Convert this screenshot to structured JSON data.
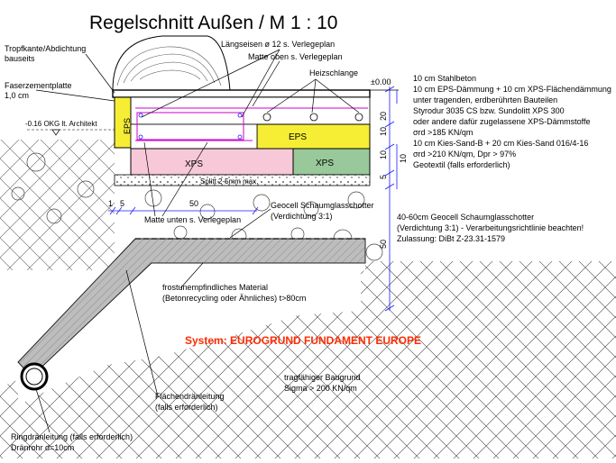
{
  "title": "Regelschnitt Außen / M 1 : 10",
  "system_label": "System: EUROGRUND FUNDAMENT EUROPE",
  "colors": {
    "accent_red": "#ff2a00",
    "xps_pink": "#f7c8d8",
    "eps_yellow": "#f6ee35",
    "xps_green": "#99c99a",
    "gravel_gray": "#b8b8b8",
    "dimension_blue": "#1a1aff",
    "rebar_magenta": "#cc00cc"
  },
  "layers": {
    "eps_main": "EPS",
    "eps_vertical": "EPS",
    "xps_pink": "XPS",
    "xps_green": "XPS",
    "splitt": "Splitt 2-5mm max."
  },
  "callouts": {
    "tropfkante": [
      "Tropfkante/Abdichtung",
      "bauseits"
    ],
    "faserzement": [
      "Faserzementplatte",
      "1,0 cm"
    ],
    "okg": "-0.16 OKG lt. Architekt",
    "laengseisen": "Längseisen ø 12 s. Verlegeplan",
    "matte_oben": "Matte oben s. Verlegeplan",
    "heizschlange": "Heizschlange",
    "matte_unten": "Matte unten s. Verlegeplan",
    "geocell_small": [
      "Geocell Schaumglasschotter",
      "(Verdichtung 3:1)"
    ],
    "geocell_big": [
      "40-60cm Geocell Schaumglasschotter",
      "(Verdichtung 3:1) - Verarbeitungsrichtlinie beachten!",
      "Zulassung: DiBt Z-23.31-1579"
    ],
    "frostunempfindlich": [
      "frostunempfindliches Material",
      "(Betonrecycling oder Ähnliches) t>80cm"
    ],
    "tragfaehig": [
      "tragfähiger Baugrund",
      "Sigma > 200 KN/qm"
    ],
    "flaechendraen": [
      "Flächendränleitung",
      "(falls erforderlich)"
    ],
    "ringdraen": [
      "Ringdränleitung (falls erforderlich)",
      "Dränrohr d=10cm"
    ]
  },
  "layer_spec": [
    "10 cm Stahlbeton",
    "10 cm EPS-Dämmung + 10 cm XPS-Flächendämmung",
    "unter tragenden, erdberührten Bauteilen",
    "Styrodur 3035 CS bzw. Sundolitt XPS 300",
    "oder andere dafür zugelassene XPS-Dämmstoffe",
    "σrd >185 KN/qm",
    "10 cm Kies-Sand-B + 20 cm Kies-Sand 016/4-16",
    "σrd >210 KN/qm, Dpr > 97%",
    "Geotextil (falls erforderlich)"
  ],
  "dimensions": {
    "level": "±0.00",
    "d20": "20",
    "d10a": "10",
    "d10b": "10",
    "d10c": "10",
    "d5": "5",
    "d50v": "50",
    "d50h": "50",
    "d1": "1",
    "d5h": "5"
  }
}
